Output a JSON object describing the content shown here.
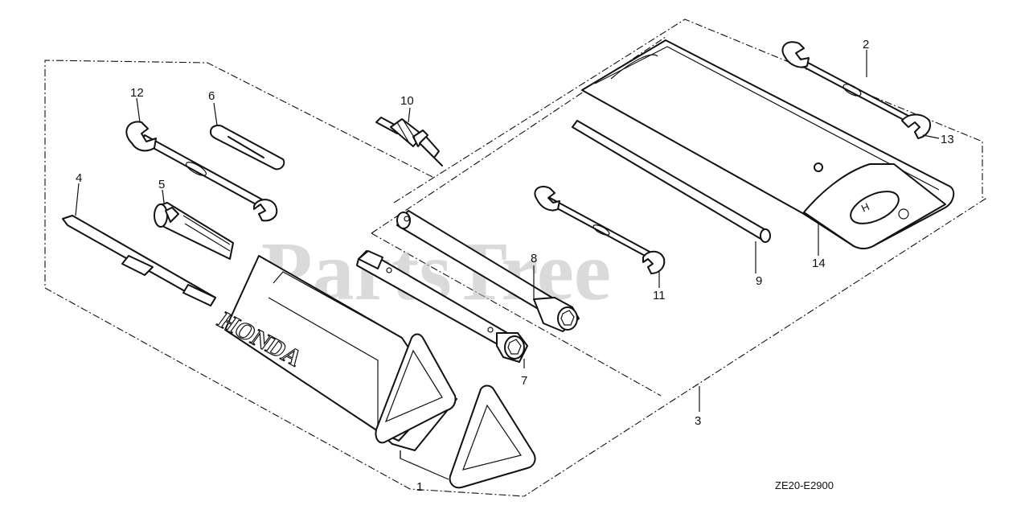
{
  "watermark": "PartsTree",
  "brand": "HONDA",
  "drawing_code": "ZE20-E2900",
  "callouts": {
    "p1": "1",
    "p2": "2",
    "p3": "3",
    "p4": "4",
    "p5": "5",
    "p6": "6",
    "p7": "7",
    "p8": "8",
    "p9": "9",
    "p10": "10",
    "p11": "11",
    "p12": "12",
    "p13": "13",
    "p14": "14"
  }
}
